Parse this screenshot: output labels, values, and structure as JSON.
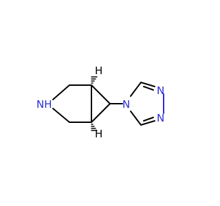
{
  "structure": {
    "atoms": {
      "ring_n": "NH",
      "triazole_n1": "N",
      "triazole_n2": "N",
      "triazole_n3": "N",
      "stereo_h_top": "H",
      "stereo_h_bottom": "H"
    }
  },
  "colors": {
    "bond": "#000000",
    "nitrogen": "#2b2bd6"
  }
}
